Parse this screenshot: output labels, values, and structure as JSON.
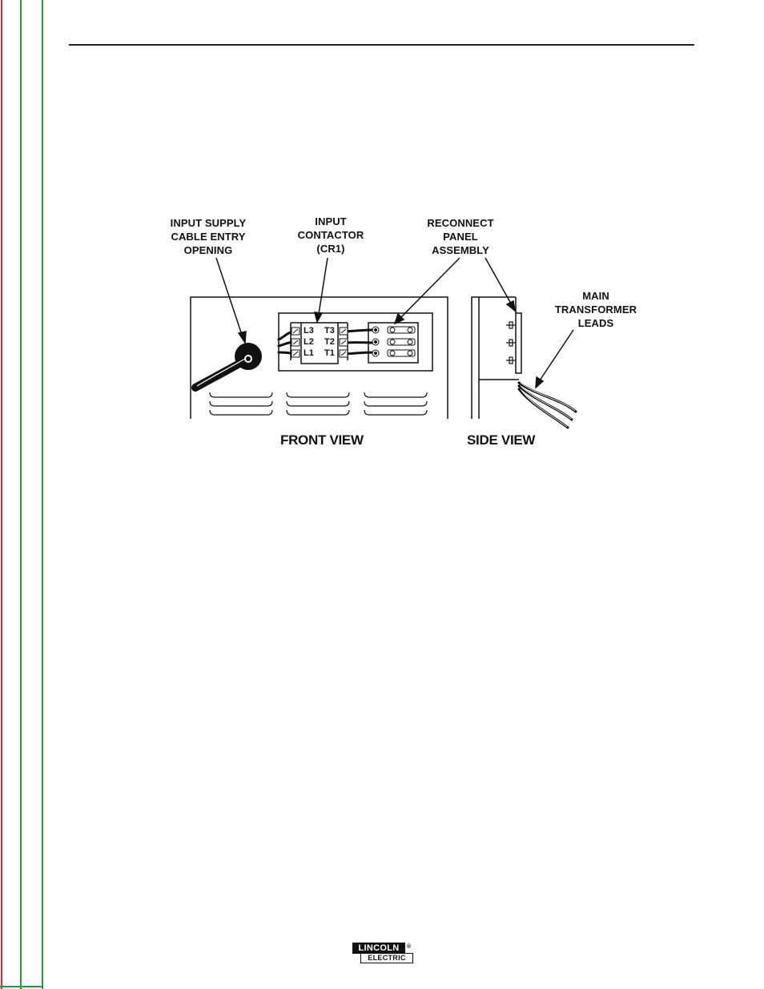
{
  "figure": {
    "callouts": {
      "input_supply": "INPUT SUPPLY\nCABLE ENTRY\nOPENING",
      "input_contactor": "INPUT\nCONTACTOR\n(CR1)",
      "reconnect_panel": "RECONNECT\nPANEL\nASSEMBLY",
      "main_transformer": "MAIN\nTRANSFORMER\nLEADS"
    },
    "terminals_line": [
      "L3",
      "L2",
      "L1"
    ],
    "terminals_load": [
      "T3",
      "T2",
      "T1"
    ],
    "front_view_label": "FRONT VIEW",
    "side_view_label": "SIDE VIEW"
  },
  "footer": {
    "logo_top": "LINCOLN",
    "logo_bottom": "ELECTRIC",
    "logo_reg": "®"
  }
}
